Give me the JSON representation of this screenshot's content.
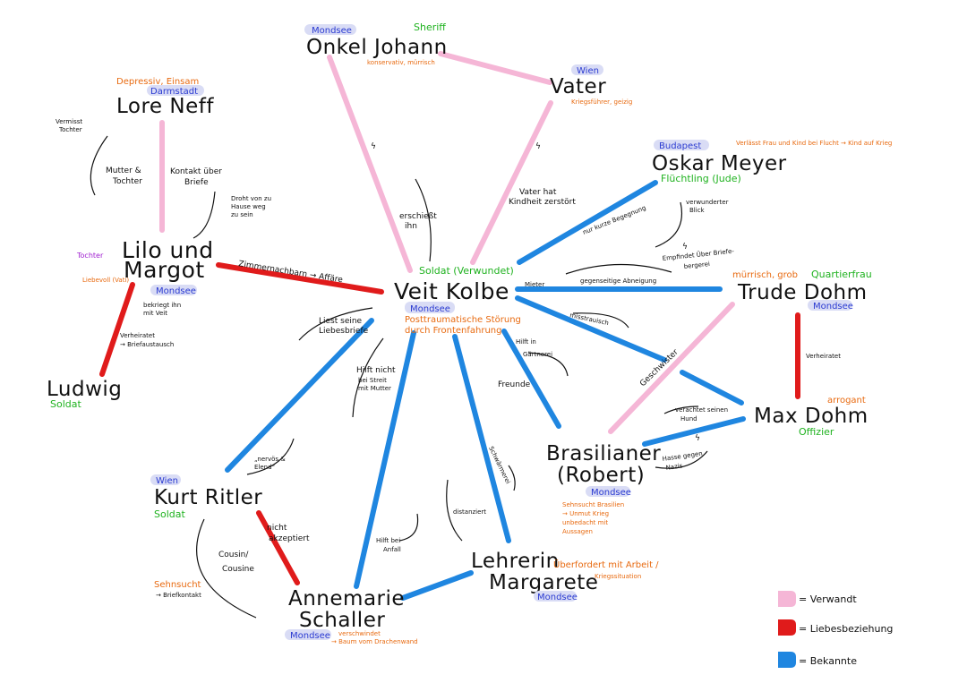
{
  "characters": {
    "onkel_johann": {
      "name": "Onkel Johann",
      "place": "Mondsee",
      "role": "Sheriff",
      "trait": "konservativ, mürrisch"
    },
    "vater": {
      "name": "Vater",
      "place": "Wien",
      "trait": "Kriegsführer, geizig"
    },
    "lore_neff": {
      "name": "Lore Neff",
      "trait": "Depressiv, Einsam",
      "place": "Darmstadt"
    },
    "oskar_meyer": {
      "name": "Oskar Meyer",
      "place": "Budapest",
      "role": "Flüchtling (Jude)",
      "trait": "Verlässt Frau und Kind bei Flucht → Kind auf Krieg"
    },
    "lilo_margot": {
      "name_line1": "Lilo und",
      "name_line2": "Margot",
      "place": "Mondsee",
      "trait_purple": "Tochter",
      "trait_orange": "Liebevoll (Vati)"
    },
    "veit_kolbe": {
      "name": "Veit Kolbe",
      "place": "Mondsee",
      "role": "Soldat (Verwundet)",
      "trait_line1": "Posttraumatische Störung",
      "trait_line2": "durch Frontenfahrung"
    },
    "trude_dohm": {
      "name": "Trude Dohm",
      "place": "Mondsee",
      "role": "Quartierfrau",
      "trait": "mürrisch, grob"
    },
    "ludwig": {
      "name": "Ludwig",
      "role": "Soldat"
    },
    "max_dohm": {
      "name": "Max Dohm",
      "role": "Offizier",
      "trait": "arrogant"
    },
    "brasilianer": {
      "name_line1": "Brasilianer",
      "name_line2": "(Robert)",
      "place": "Mondsee",
      "trait_line1": "Sehnsucht Brasilien",
      "trait_line2": "→ Unmut Krieg",
      "trait_line3": "unbedacht mit",
      "trait_line4": "Aussagen"
    },
    "kurt_ritler": {
      "name": "Kurt Ritler",
      "place": "Wien",
      "role": "Soldat",
      "trait": "Sehnsucht",
      "trait_note": "→ Briefkontakt"
    },
    "lehrerin": {
      "name_line1": "Lehrerin",
      "name_line2": "Margarete",
      "place": "Mondsee",
      "trait_line1": "Überfordert mit Arbeit /",
      "trait_line2": "Kriegssituation"
    },
    "annemarie": {
      "name_line1": "Annemarie",
      "name_line2": "Schaller",
      "place": "Mondsee",
      "trait_line1": "verschwindet",
      "trait_line2": "→ Baum vom Drachenwand"
    }
  },
  "relation_labels": {
    "zimmernachbarn": "Zimmernachbarn → Affäre",
    "erschiesst": [
      "erschießt",
      "ihn"
    ],
    "vater_hat": [
      "Vater hat",
      "Kindheit zerstört"
    ],
    "kurze_begegnung": "nur kurze Begegnung",
    "mieter": "Mieter",
    "gegenseitige": "gegenseitige Abneigung",
    "misstrauisch": "misstrauisch",
    "liest": [
      "Liest seine",
      "Liebesbriefe"
    ],
    "hilft_garten": [
      "Hilft in",
      "Gärtnerei"
    ],
    "freunde": "Freunde",
    "hilft_streit": [
      "Hilft nicht",
      "bei Streit",
      "mit Mutter"
    ],
    "geschwister": "Geschwister",
    "mutter_tochter": [
      "Mutter &",
      "Tochter"
    ],
    "kontakt_briefe": [
      "Kontakt über",
      "Briefe"
    ],
    "vermisst": [
      "Vermisst",
      "Tochter"
    ],
    "droht": [
      "Droht von zu",
      "Hause weg",
      "zu sein"
    ],
    "bekriegt": [
      "bekriegt ihn",
      "mit Veit"
    ],
    "verheiratet_lilo": [
      "Verheiratet",
      "→ Briefaustausch"
    ],
    "verheiratet_dohm": "Verheiratet",
    "verwundert": [
      "verwunderter",
      "Blick"
    ],
    "empfindet": [
      "Empfindet Über Briefe-",
      "bergerei"
    ],
    "verachtet": [
      "verachtet seinen",
      "Hund"
    ],
    "hasse_gegen": [
      "Hasse gegen",
      "Nazis"
    ],
    "nervoes": [
      "„nervös &",
      "Elend“"
    ],
    "nicht_akzeptiert": [
      "nicht",
      "akzeptiert"
    ],
    "cousin": [
      "Cousin/",
      "Cousine"
    ],
    "hilft_anfall": [
      "Hilft bei",
      "Anfall"
    ],
    "schwaermerei": "Schwärmerei",
    "distanziert": "distanziert",
    "lightning": "ϟ"
  },
  "legend": {
    "verwandt": "= Verwandt",
    "liebe": "= Liebesbeziehung",
    "bekannte": "= Bekannte"
  },
  "colors": {
    "verwandt": "#f5b6d6",
    "liebe": "#e01b1b",
    "bekannte": "#1f86e0",
    "place": "#2b3bd1",
    "role": "#1fb21f",
    "trait": "#e86a10"
  }
}
